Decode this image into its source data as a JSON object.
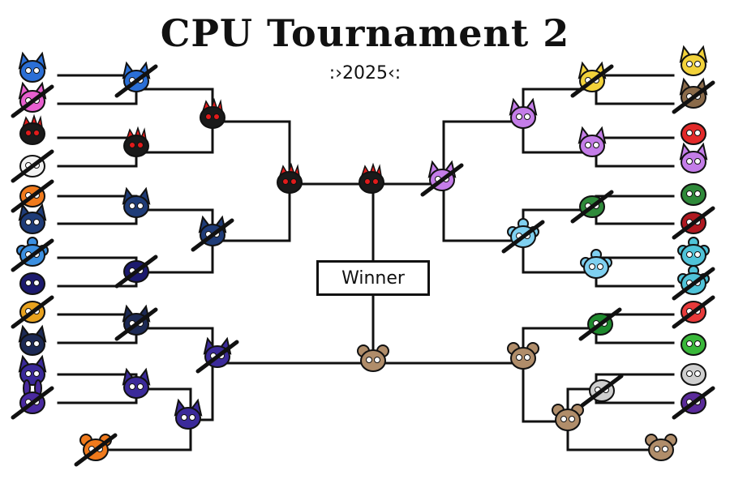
{
  "title": "CPU Tournament 2",
  "year": "2025",
  "winner_label": "Winner",
  "colors": {
    "line": "#111111",
    "blue": "#2b6fd6",
    "pink": "#e85fd0",
    "black_red": "#1a1a1a",
    "red_eye": "#e21b1b",
    "white": "#f2f2f2",
    "orange": "#f07a1c",
    "navy": "#1f3c78",
    "sky": "#3b8fe0",
    "indigo": "#1c1a6e",
    "gold": "#e8a21e",
    "dark_navy": "#1d2a55",
    "purple": "#3b2a9a",
    "violet": "#4a2aa0",
    "yellow": "#f2d23a",
    "brown": "#8b6b4a",
    "red": "#e22a2a",
    "lavender": "#c47de8",
    "green": "#2f8a3a",
    "crimson": "#b01820",
    "light_blue": "#7fd0f0",
    "teal": "#4fc3d8",
    "green_top": "#1e8a2e",
    "red_white": "#e83a3a",
    "bright_green": "#3ab83a",
    "grey": "#cfcfcf",
    "purple_jester": "#5a2a9a",
    "bear": "#b08d6a"
  }
}
